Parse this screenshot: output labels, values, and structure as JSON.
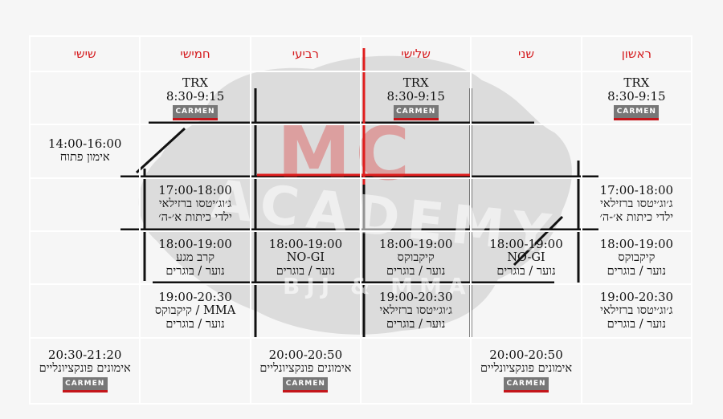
{
  "watermark": {
    "lettering": [
      "MC",
      "ACADEMY",
      "BJJ & MMA"
    ]
  },
  "days": [
    "ראשון",
    "שני",
    "שלישי",
    "רביעי",
    "חמישי",
    "שישי"
  ],
  "logo_text": "CARMEN",
  "rows": [
    {
      "cells": [
        {
          "lines": [
            "TRX",
            "8:30-9:15"
          ],
          "logo": true
        },
        {
          "lines": []
        },
        {
          "lines": [
            "TRX",
            "8:30-9:15"
          ],
          "logo": true
        },
        {
          "lines": []
        },
        {
          "lines": [
            "TRX",
            "8:30-9:15"
          ],
          "logo": true
        },
        {
          "lines": []
        }
      ]
    },
    {
      "cells": [
        {
          "lines": []
        },
        {
          "lines": []
        },
        {
          "lines": []
        },
        {
          "lines": []
        },
        {
          "lines": []
        },
        {
          "lines": [
            "14:00-16:00",
            "אימון פתוח"
          ]
        }
      ]
    },
    {
      "cells": [
        {
          "lines": [
            "17:00-18:00",
            "ג׳וג׳יטסו ברזילאי",
            "ילדי כיתות א׳-ה׳"
          ]
        },
        {
          "lines": []
        },
        {
          "lines": []
        },
        {
          "lines": []
        },
        {
          "lines": [
            "17:00-18:00",
            "ג׳וג׳יטסו ברזילאי",
            "ילדי כיתות א׳-ה׳"
          ]
        },
        {
          "lines": []
        }
      ]
    },
    {
      "cells": [
        {
          "lines": [
            "18:00-19:00",
            "קיקבוקס",
            "נוער / בוגרים"
          ]
        },
        {
          "lines": [
            "18:00-19:00",
            "NO-GI",
            "נוער / בוגרים"
          ]
        },
        {
          "lines": [
            "18:00-19:00",
            "קיקבוקס",
            "נוער / בוגרים"
          ]
        },
        {
          "lines": [
            "18:00-19:00",
            "NO-GI",
            "נוער / בוגרים"
          ]
        },
        {
          "lines": [
            "18:00-19:00",
            "קרב מגע",
            "נוער / בוגרים"
          ]
        },
        {
          "lines": []
        }
      ]
    },
    {
      "cells": [
        {
          "lines": [
            "19:00-20:30",
            "ג׳וג׳יטסו ברזילאי",
            "נוער / בוגרים"
          ]
        },
        {
          "lines": []
        },
        {
          "lines": [
            "19:00-20:30",
            "ג׳וג׳יטסו ברזילאי",
            "נוער / בוגרים"
          ]
        },
        {
          "lines": []
        },
        {
          "lines": [
            "19:00-20:30",
            "MMA / קיקבוקס",
            "נוער / בוגרים"
          ]
        },
        {
          "lines": []
        }
      ]
    },
    {
      "cells": [
        {
          "lines": []
        },
        {
          "lines": [
            "20:00-20:50",
            "אימונים פונקציונליים"
          ],
          "logo": true
        },
        {
          "lines": []
        },
        {
          "lines": [
            "20:00-20:50",
            "אימונים פונקציונליים"
          ],
          "logo": true
        },
        {
          "lines": []
        },
        {
          "lines": [
            "20:30-21:20",
            "אימונים פונקציונליים"
          ],
          "logo": true
        }
      ]
    }
  ],
  "colors": {
    "background": "#f6f6f6",
    "header_text": "#d4181b",
    "grid_lines": "#ffffff",
    "watermark_blob": "#dcdcdc",
    "watermark_accent": "#e01e1e",
    "logo_bg": "#777777",
    "logo_accent": "#c3161b"
  }
}
